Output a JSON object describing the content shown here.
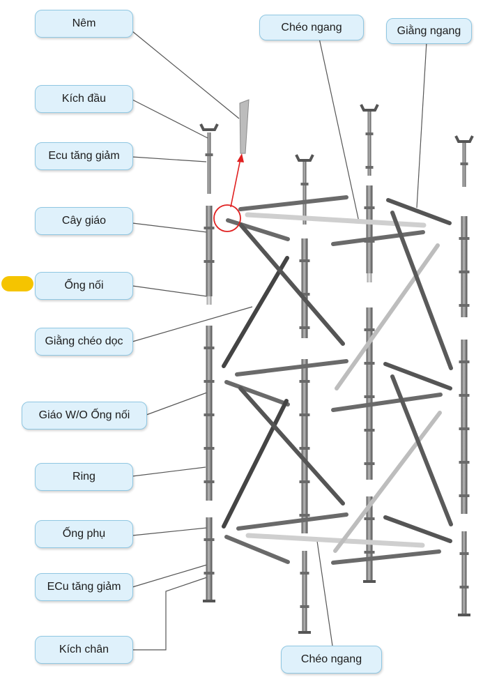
{
  "diagram": {
    "labels": {
      "nem": "Nêm",
      "kich_dau": "Kích đầu",
      "ecu_tang_giam": "Ecu tăng giảm",
      "cay_giao": "Cây giáo",
      "ong_noi": "Ống nối",
      "giang_cheo_doc": "Giằng chéo dọc",
      "giao_wo_ong_noi": "Giáo W/O Ống nối",
      "ring": "Ring",
      "ong_phu": "Ống phụ",
      "ecu_tang_giam_2": "ECu tăng giảm",
      "kich_chan": "Kích chân",
      "cheo_ngang_top": "Chéo ngang",
      "giang_ngang": "Giằng ngang",
      "cheo_ngang_bottom": "Chéo ngang"
    },
    "colors": {
      "box_fill": "#dff1fb",
      "box_border": "#8fc7e2",
      "leader": "#555555",
      "highlight": "#e02020",
      "marker": "#f5c400",
      "steel": "#8a8a8a",
      "steel_light": "#c4c4c4",
      "steel_dark": "#4a4a4a"
    }
  }
}
